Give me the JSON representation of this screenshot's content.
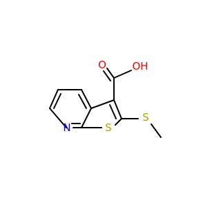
{
  "molecule": {
    "colors": {
      "bond": "#000000",
      "nitrogen": "#0000ff",
      "sulfur": "#b8a000",
      "oxygen": "#ff0000"
    },
    "atoms": {
      "nitrogen": "N",
      "ring_sulfur": "S",
      "thioether_sulfur": "S",
      "carbonyl_oxygen": "O",
      "hydroxyl": "OH"
    }
  }
}
